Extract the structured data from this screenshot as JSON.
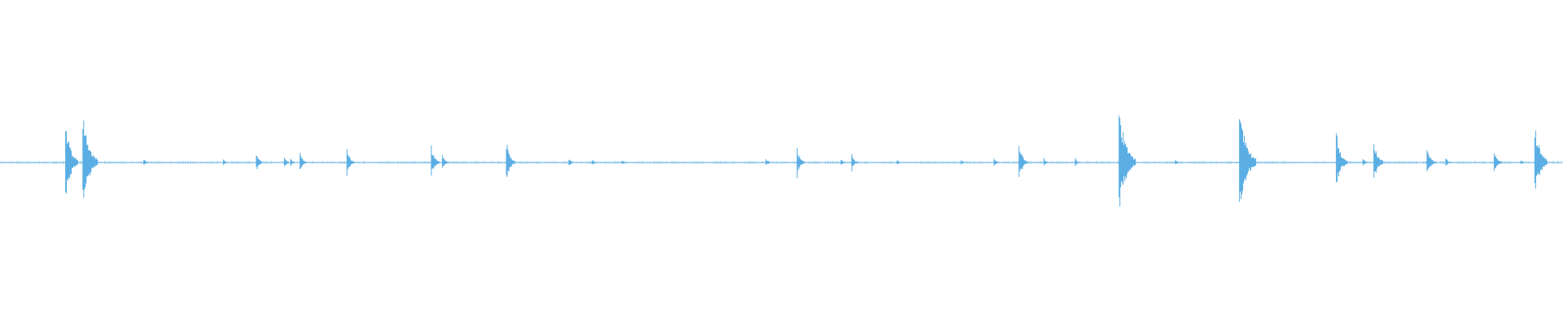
{
  "waveform": {
    "color": "#5aaee3",
    "baseline_noise": 0.02,
    "peaks": [
      {
        "t": 0.042,
        "amp": 0.7
      },
      {
        "t": 0.044,
        "amp": 0.28
      },
      {
        "t": 0.053,
        "amp": 0.9
      },
      {
        "t": 0.055,
        "amp": 0.22
      },
      {
        "t": 0.092,
        "amp": 0.06
      },
      {
        "t": 0.143,
        "amp": 0.05
      },
      {
        "t": 0.164,
        "amp": 0.17
      },
      {
        "t": 0.182,
        "amp": 0.08
      },
      {
        "t": 0.186,
        "amp": 0.07
      },
      {
        "t": 0.192,
        "amp": 0.17
      },
      {
        "t": 0.222,
        "amp": 0.24
      },
      {
        "t": 0.276,
        "amp": 0.28
      },
      {
        "t": 0.283,
        "amp": 0.15
      },
      {
        "t": 0.324,
        "amp": 0.35
      },
      {
        "t": 0.364,
        "amp": 0.07
      },
      {
        "t": 0.379,
        "amp": 0.05
      },
      {
        "t": 0.398,
        "amp": 0.05
      },
      {
        "t": 0.49,
        "amp": 0.08
      },
      {
        "t": 0.51,
        "amp": 0.27
      },
      {
        "t": 0.538,
        "amp": 0.06
      },
      {
        "t": 0.545,
        "amp": 0.14
      },
      {
        "t": 0.574,
        "amp": 0.05
      },
      {
        "t": 0.615,
        "amp": 0.05
      },
      {
        "t": 0.636,
        "amp": 0.08
      },
      {
        "t": 0.652,
        "amp": 0.33
      },
      {
        "t": 0.668,
        "amp": 0.07
      },
      {
        "t": 0.688,
        "amp": 0.07
      },
      {
        "t": 0.716,
        "amp": 1.0
      },
      {
        "t": 0.752,
        "amp": 0.05
      },
      {
        "t": 0.793,
        "amp": 1.05
      },
      {
        "t": 0.855,
        "amp": 0.5
      },
      {
        "t": 0.872,
        "amp": 0.08
      },
      {
        "t": 0.879,
        "amp": 0.4
      },
      {
        "t": 0.913,
        "amp": 0.3
      },
      {
        "t": 0.925,
        "amp": 0.08
      },
      {
        "t": 0.956,
        "amp": 0.22
      },
      {
        "t": 0.973,
        "amp": 0.05
      },
      {
        "t": 0.982,
        "amp": 0.7
      }
    ]
  }
}
